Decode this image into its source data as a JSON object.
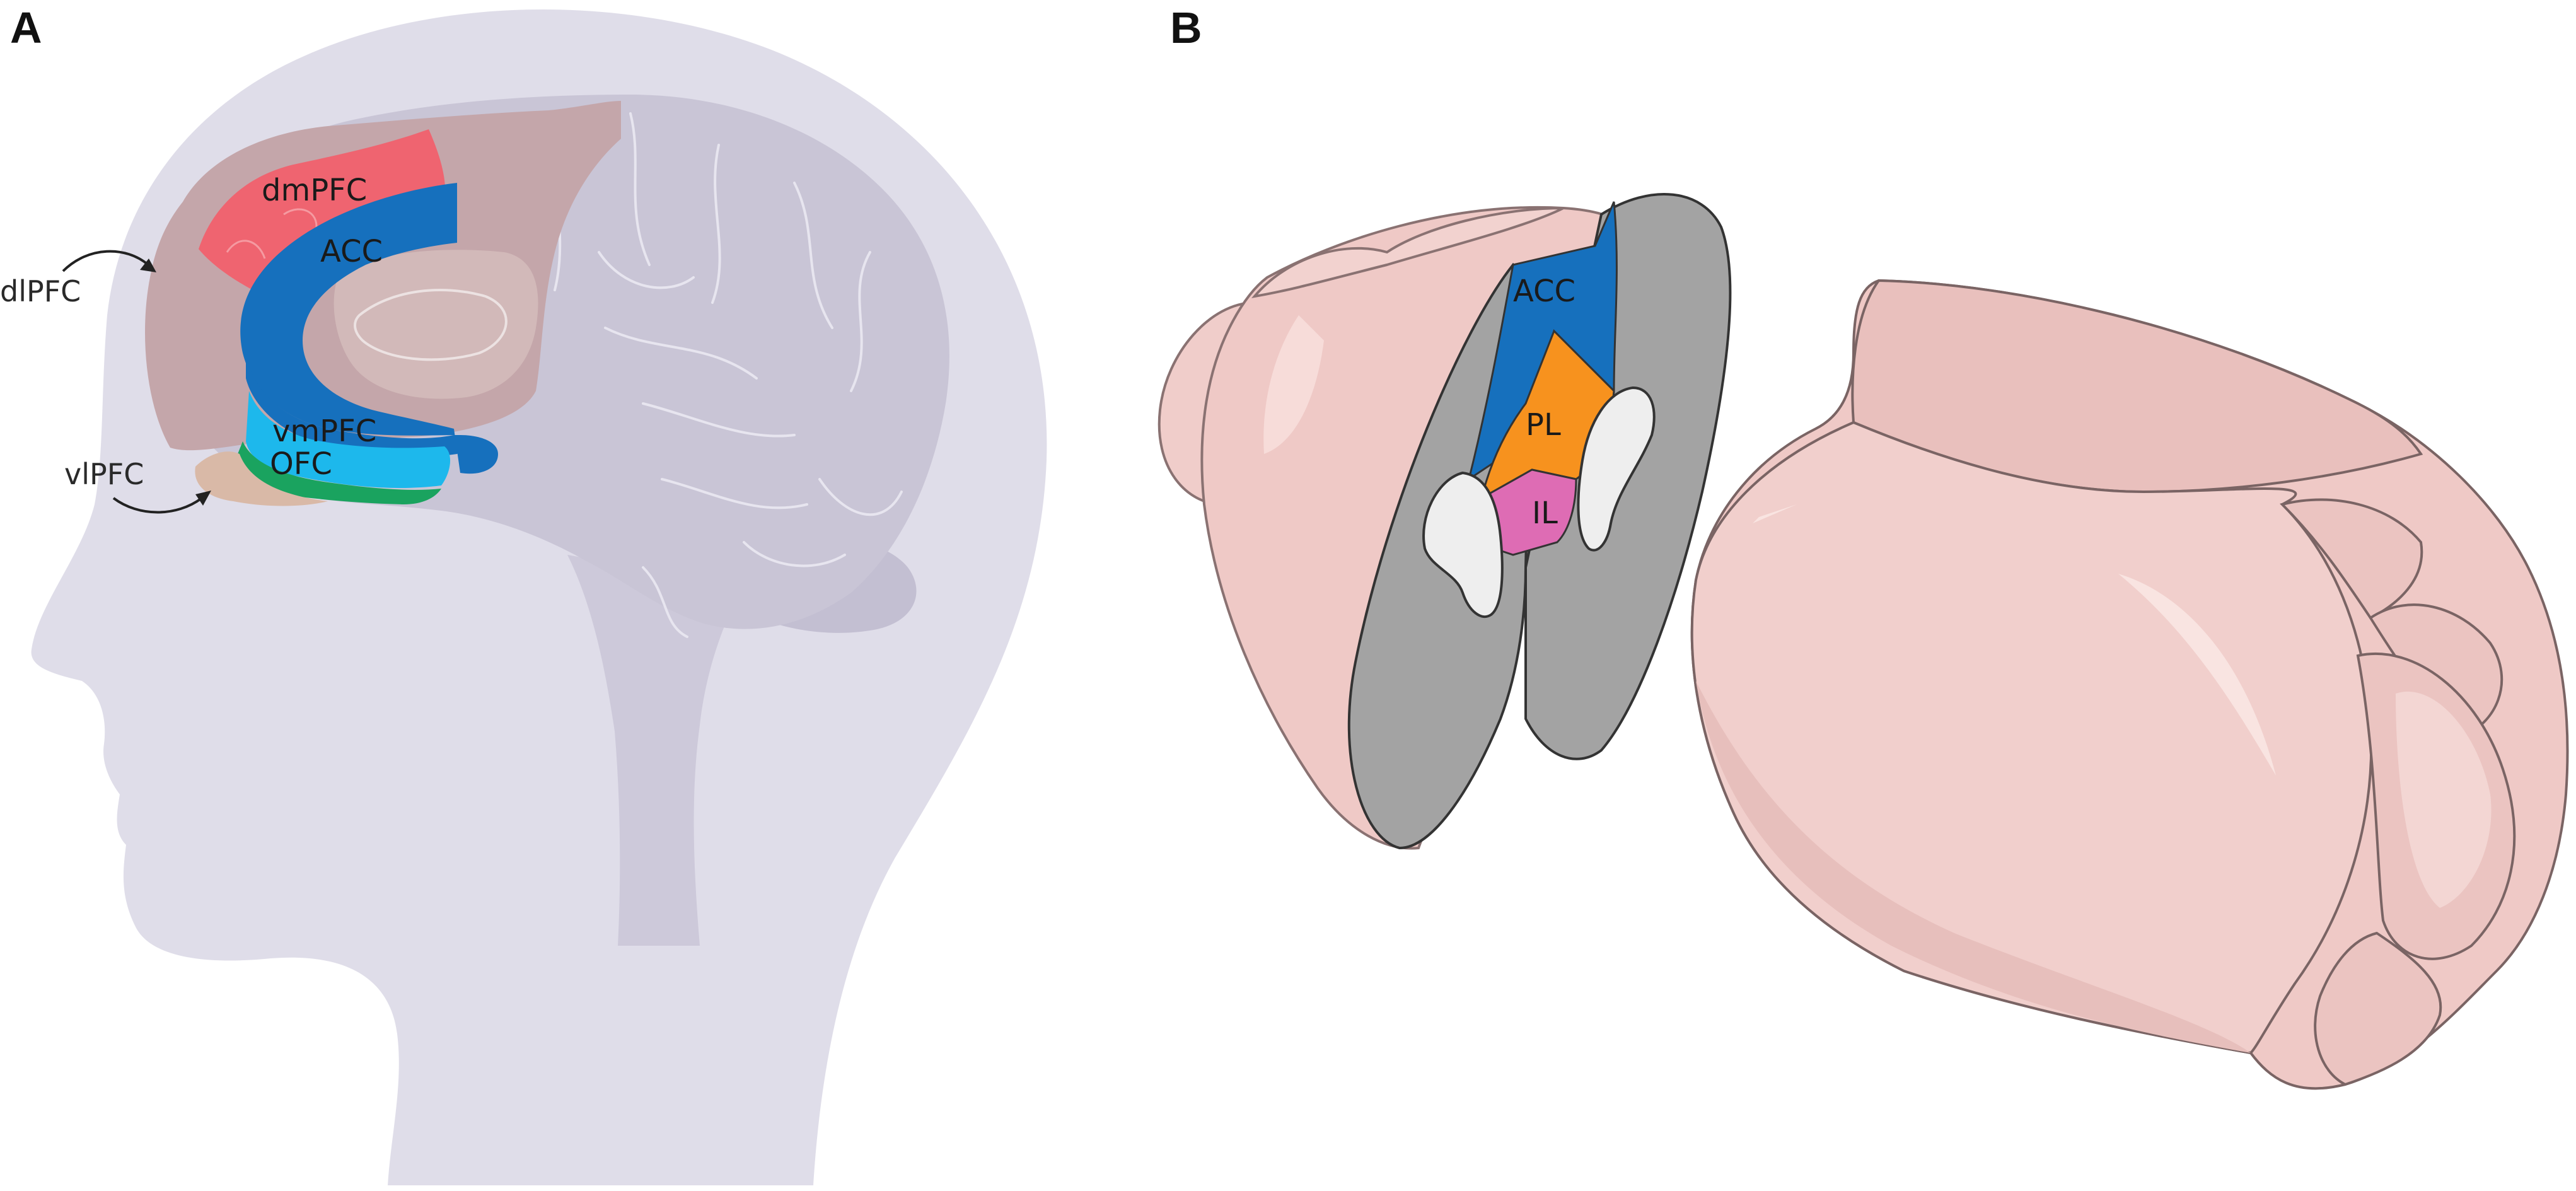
{
  "panels": {
    "a": {
      "letter": "A"
    },
    "b": {
      "letter": "B"
    }
  },
  "human": {
    "labels": {
      "dmpfc": "dmPFC",
      "acc": "ACC",
      "vmpfc": "vmPFC",
      "ofc": "OFC",
      "dlpfc": "dlPFC",
      "vlpfc": "vlPFC"
    }
  },
  "rodent": {
    "labels": {
      "acc": "ACC",
      "pl": "PL",
      "il": "IL"
    }
  },
  "colors": {
    "head": "#dfdde9",
    "cortex": "#c9c5d6",
    "frontal": "#c4a6aa",
    "dmpfc": "#ef6470",
    "acc": "#1670bd",
    "vmpfc": "#1db8ec",
    "ofc": "#1aa35f",
    "vlpfc": "#d9b9a7",
    "rodent_brain": "#efc9c6",
    "cut_face": "#a3a3a3",
    "pl": "#f7921e",
    "il": "#de6cb4",
    "ventricle": "#eeeeee"
  }
}
